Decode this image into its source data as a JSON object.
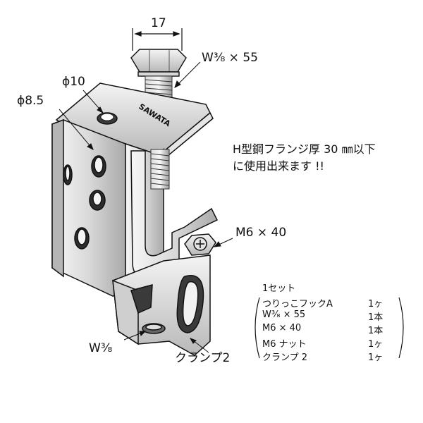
{
  "dimension_width": "17",
  "labels": {
    "bolt": "W³⁄₈ × 55",
    "hole_upper": "ϕ10",
    "hole_side": "ϕ8.5",
    "brand": "SAWATA",
    "screw": "M6 × 40",
    "bottom_bolt": "W³⁄₈",
    "clamp": "クランプ2"
  },
  "note": {
    "line1": "H型鋼フランジ厚 30 ㎜以下",
    "line2": "に使用出来ます !!"
  },
  "parts_list": {
    "title": "1セット",
    "items": [
      {
        "name": "つりっこフックA",
        "qty": "1ヶ"
      },
      {
        "name": "W³⁄₈ × 55",
        "qty": "1本"
      },
      {
        "name": "M6 × 40",
        "qty": "1本"
      },
      {
        "name": "M6 ナット",
        "qty": "1ヶ"
      },
      {
        "name": "クランプ 2",
        "qty": "1ヶ"
      }
    ]
  },
  "colors": {
    "metal_light": "#f2f2f2",
    "metal_mid": "#c8c8c8",
    "metal_dark": "#8a8a8a",
    "outline": "#111111"
  }
}
